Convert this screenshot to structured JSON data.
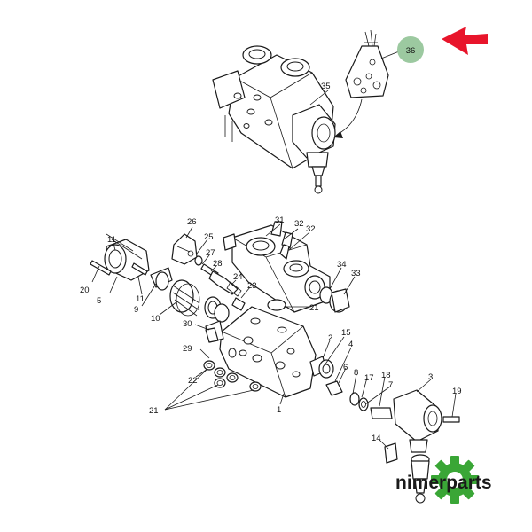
{
  "callouts": {
    "n1": "1",
    "n2": "2",
    "n3": "3",
    "n4": "4",
    "n5": "5",
    "n6": "6",
    "n7": "7",
    "n8": "8",
    "n9": "9",
    "n10": "10",
    "n11": "11",
    "n14": "14",
    "n15": "15",
    "n17": "17",
    "n18": "18",
    "n19": "19",
    "n20": "20",
    "n21a": "21",
    "n21b": "21",
    "n22": "22",
    "n23": "23",
    "n24": "24",
    "n25": "25",
    "n26": "26",
    "n27": "27",
    "n28": "28",
    "n29": "29",
    "n30": "30",
    "n31": "31",
    "n32a": "32",
    "n32b": "32",
    "n33": "33",
    "n34": "34",
    "n35": "35",
    "n36": "36"
  },
  "brand": {
    "name": "nimerparts",
    "text_color": "#1a1a1a",
    "gear_color": "#3aa636"
  },
  "highlight": {
    "badge_color": "#9cc9a0",
    "arrow_color": "#e8152b"
  }
}
